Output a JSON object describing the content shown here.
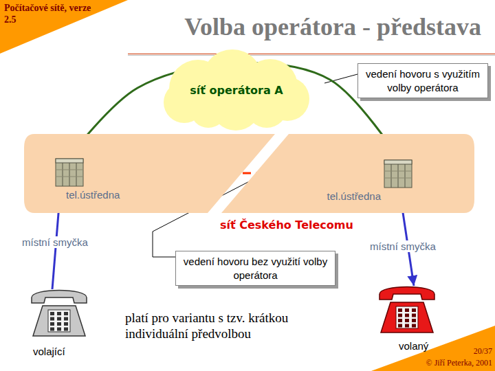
{
  "diagram": {
    "title": "Volba operátora - představa",
    "nodes": [
      {
        "text": [
          "síť operátora A"
        ]
      },
      {
        "text": [
          "vedení hovoru s využitím volby operátora"
        ]
      },
      {
        "text": [
          "síť Českého Telecomu"
        ]
      },
      {
        "text": [
          "tel.ústředna"
        ],
        "in": 2
      },
      {
        "text": [
          "tel.ústředna"
        ],
        "in": 2
      },
      {
        "text": [
          "vedení hovoru bez využití volby operátora"
        ]
      },
      {
        "text": [
          "volající"
        ]
      },
      {
        "text": [
          "volaný"
        ]
      }
    ],
    "edges": [
      {
        "from": 3,
        "to": 4,
        "arrow": "to"
      },
      {
        "from": 3,
        "to": 4,
        "arrow": "to"
      },
      {
        "from": 6,
        "to": 3,
        "label": "místní smyčka",
        "arrow": "to"
      },
      {
        "from": 4,
        "to": 7,
        "label": "místní smyčka",
        "arrow": "to"
      }
    ],
    "labels": [
      "Počítačové sítě, verze 2.5",
      "platí pro variantu s tzv. krátkou individuální předvolbou",
      "20/37",
      "© Jiří Peterka, 2001"
    ]
  }
}
